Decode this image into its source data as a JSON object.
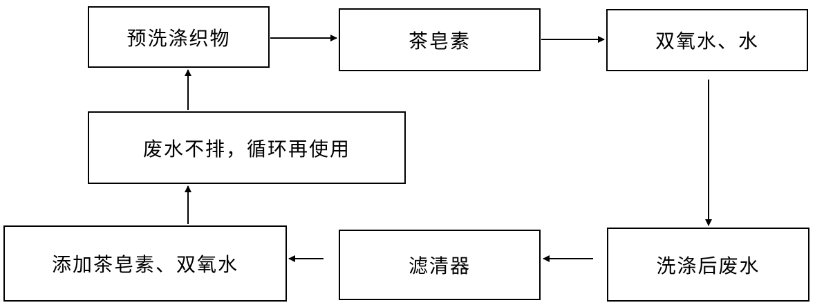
{
  "diagram": {
    "nodes": {
      "prewash_fabric": "预洗涤织物",
      "tea_saponin": "茶皂素",
      "h2o2_water": "双氧水、水",
      "reuse": "废水不排，循环再使用",
      "add_chemicals": "添加茶皂素、双氧水",
      "filter": "滤清器",
      "wastewater": "洗涤后废水"
    },
    "edges": [
      {
        "from": "prewash_fabric",
        "to": "tea_saponin"
      },
      {
        "from": "tea_saponin",
        "to": "h2o2_water"
      },
      {
        "from": "h2o2_water",
        "to": "wastewater"
      },
      {
        "from": "wastewater",
        "to": "filter"
      },
      {
        "from": "filter",
        "to": "add_chemicals"
      },
      {
        "from": "add_chemicals",
        "to": "reuse"
      },
      {
        "from": "reuse",
        "to": "prewash_fabric"
      }
    ],
    "line_color": "#000000"
  }
}
